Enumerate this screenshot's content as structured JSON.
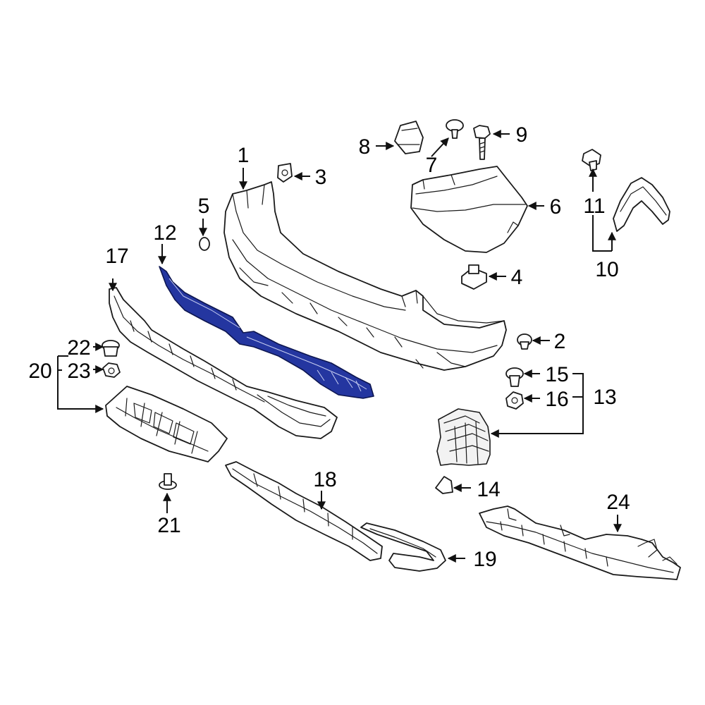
{
  "highlight_color": "#2436a0",
  "callouts": {
    "c1": "1",
    "c2": "2",
    "c3": "3",
    "c4": "4",
    "c5": "5",
    "c6": "6",
    "c7": "7",
    "c8": "8",
    "c9": "9",
    "c10": "10",
    "c11": "11",
    "c12": "12",
    "c13": "13",
    "c14": "14",
    "c15": "15",
    "c16": "16",
    "c17": "17",
    "c18": "18",
    "c19": "19",
    "c20": "20",
    "c21": "21",
    "c22": "22",
    "c23": "23",
    "c24": "24"
  }
}
